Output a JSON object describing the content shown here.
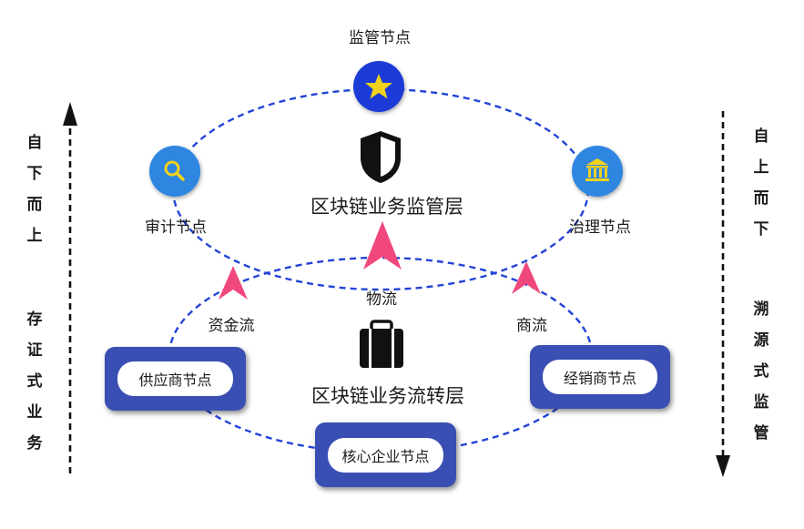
{
  "supervision_layer": {
    "title": "区块链业务监管层",
    "nodes": {
      "regulator": "监管节点",
      "audit": "审计节点",
      "governance": "治理节点"
    }
  },
  "circulation_layer": {
    "title": "区块链业务流转层",
    "nodes": {
      "supplier": "供应商节点",
      "core": "核心企业节点",
      "distributor": "经销商节点"
    },
    "flows": {
      "capital": "资金流",
      "logistics": "物流",
      "commerce": "商流"
    }
  },
  "left_axis": {
    "direction": "自下而上",
    "meaning": "存证式业务"
  },
  "right_axis": {
    "direction": "自上而下",
    "meaning": "溯源式监管"
  },
  "icons": [
    "star-icon",
    "search-icon",
    "bank-icon",
    "shield-icon",
    "briefcase-icon",
    "up-arrow-icon",
    "down-arrow-icon",
    "flow-arrow-icon"
  ],
  "colors": {
    "node_fill": "#3a4fb4",
    "regulator_circle": "#1a3ad6",
    "side_circle": "#2f86e0",
    "star": "#f1d21c",
    "flow_arrow": "#f0487c",
    "dashed_line": "#2343d8"
  }
}
